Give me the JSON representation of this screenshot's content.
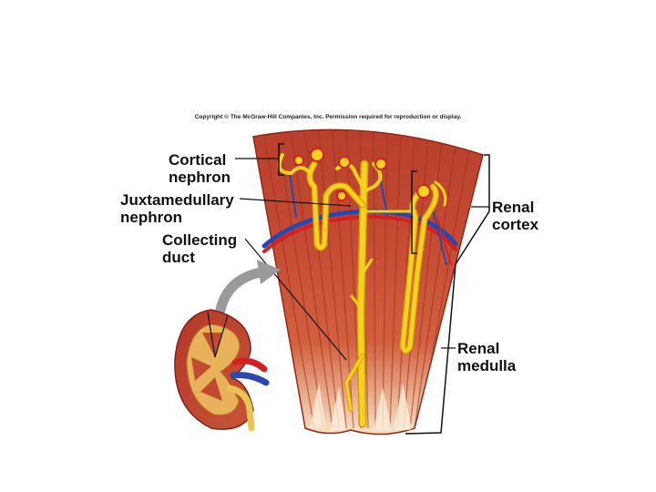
{
  "copyright": "Copyright © The McGraw-Hill Companies, Inc. Permission required for reproduction or display.",
  "labels": {
    "cortical_nephron": [
      "Cortical",
      "nephron"
    ],
    "juxtamedullary_nephron": [
      "Juxtamedullary",
      "nephron"
    ],
    "collecting_duct": [
      "Collecting",
      "duct"
    ],
    "renal_cortex": [
      "Renal",
      "cortex"
    ],
    "renal_medulla": [
      "Renal",
      "medulla"
    ]
  },
  "colors": {
    "tissue": "#c2452f",
    "tissue_dark": "#8e2a1c",
    "tissue_light": "#e9a98a",
    "nephron_yellow": "#f5d21f",
    "nephron_outline": "#d49a10",
    "artery_red": "#d42020",
    "vein_blue": "#2848b0",
    "arrow_gray": "#9a9a9a"
  }
}
